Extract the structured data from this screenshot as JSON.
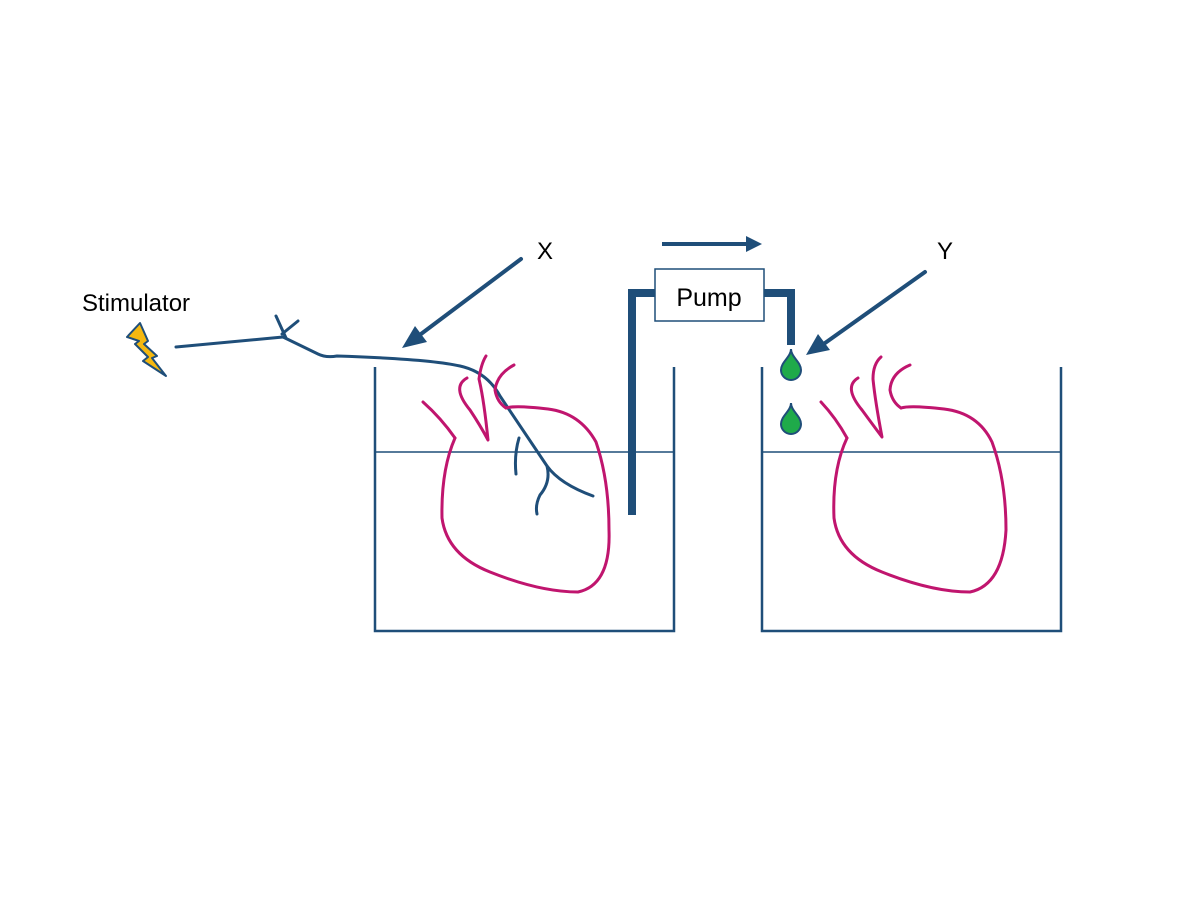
{
  "diagram": {
    "labels": {
      "stimulator": "Stimulator",
      "pump": "Pump",
      "x": "X",
      "y": "Y"
    },
    "colors": {
      "line_blue": "#1f4e79",
      "heart_magenta": "#c0156e",
      "drop_green": "#1faa4a",
      "bolt_yellow": "#f5b80f",
      "text": "#000000",
      "background": "#ffffff"
    },
    "icons": {
      "stimulator": "lightning-bolt-icon",
      "drop": "liquid-drop-icon"
    }
  }
}
